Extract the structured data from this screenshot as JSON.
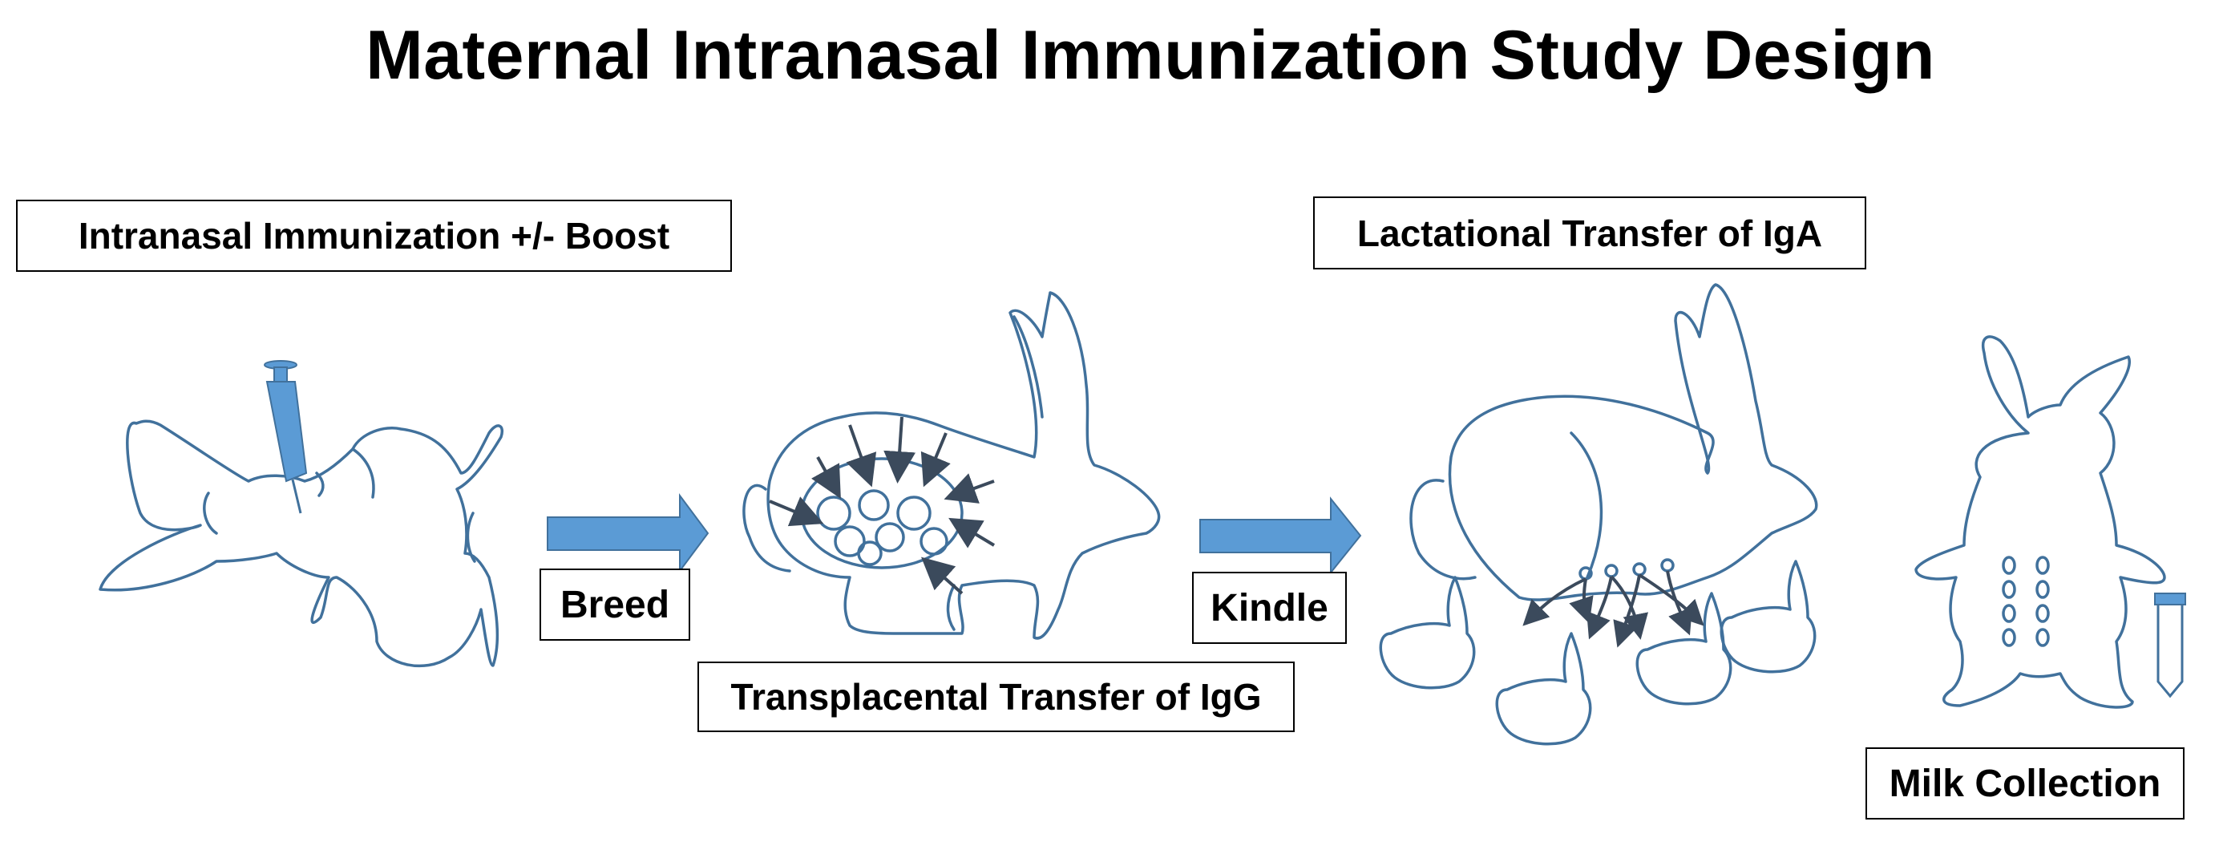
{
  "title": "Maternal Intranasal Immunization Study Design",
  "labels": {
    "immunization": "Intranasal Immunization +/- Boost",
    "breed": "Breed",
    "transplacental": "Transplacental Transfer of IgG",
    "kindle": "Kindle",
    "lactational": "Lactational Transfer of IgA",
    "milk": "Milk Collection"
  },
  "colors": {
    "outline": "#41719c",
    "accent": "#5b9bd5",
    "arrow_dark": "#3b4a5c"
  },
  "icons": [
    "syringe-icon",
    "rabbit-icon",
    "arrow-right-icon",
    "test-tube-icon"
  ]
}
